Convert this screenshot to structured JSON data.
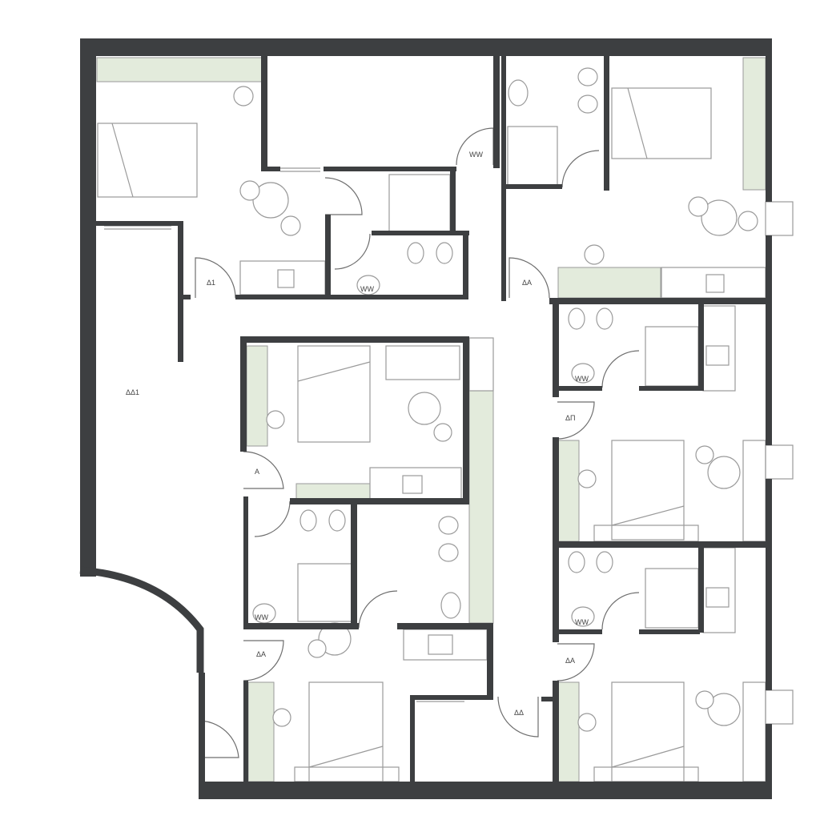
{
  "colors": {
    "wall": "#3d3f41",
    "line": "#9a9a9a",
    "wardrobe": "#e3ebdc",
    "background": "#ffffff"
  },
  "labels": {
    "room_large": "ΔΔ1",
    "room_upper_left": "Δ1",
    "room_upper_right": "ΔΑ",
    "room_center": "Α",
    "room_lower_center": "ΔΑ",
    "room_lower_right": "ΔΑ",
    "corridor": "ΔΔ",
    "room_right_middle": "ΔΠ",
    "bath_a": "WW",
    "bath_b": "WW",
    "bath_c": "WW",
    "bath_d": "WW",
    "bath_e": "WW"
  },
  "icons": [
    "bed-icon",
    "table-chairs-icon",
    "toilet-icon",
    "sink-icon",
    "door-swing-icon",
    "wardrobe-icon",
    "window-icon"
  ]
}
